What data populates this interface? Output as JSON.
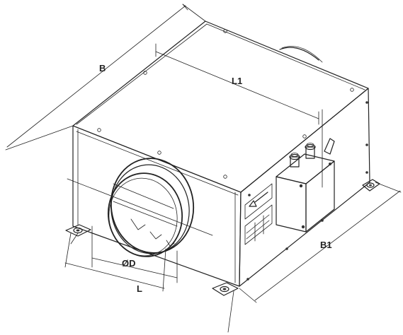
{
  "dimensions": {
    "B": "B",
    "L1": "L1",
    "B1": "B1",
    "D": "ØD",
    "L": "L"
  },
  "colors": {
    "line": "#222222",
    "face_light": "#fafafa",
    "face_mid": "#f0f0f0",
    "face_dark": "#e4e4e4",
    "background": "#ffffff"
  },
  "icons": [
    "airflow-arrow-icon",
    "cable-gland-icon",
    "mounting-foot-icon",
    "screw-icon"
  ]
}
